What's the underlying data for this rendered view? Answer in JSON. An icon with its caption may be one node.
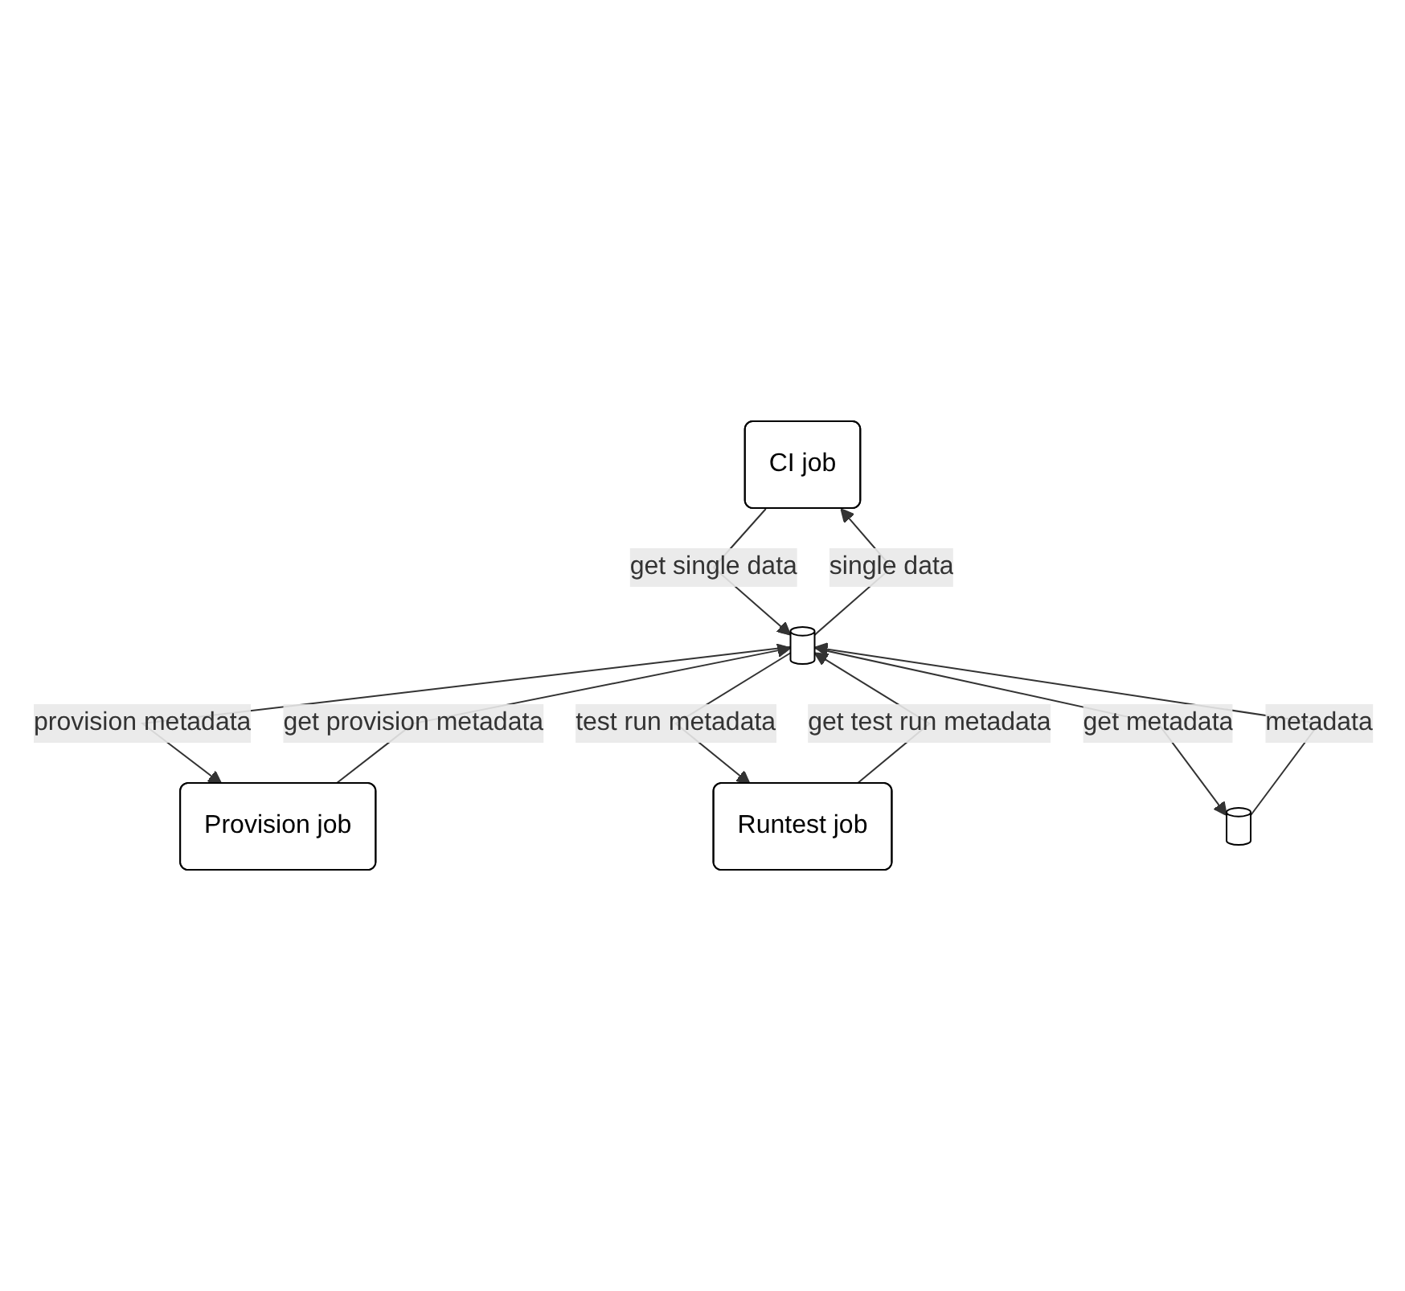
{
  "diagram": {
    "nodes": [
      {
        "text": [
          "CI job"
        ]
      },
      {
        "text": [
          "Provision job"
        ]
      },
      {
        "text": [],
        "shape": "cylinder"
      },
      {
        "text": [
          "Runtest job"
        ]
      },
      {
        "text": [],
        "shape": "cylinder"
      }
    ],
    "edges": [
      {
        "from": 2,
        "to": 0,
        "arrow": "to",
        "label": "single data"
      },
      {
        "from": 0,
        "to": 2,
        "arrow": "to",
        "label": "get single data"
      },
      {
        "from": 2,
        "to": 1,
        "arrow": "to",
        "label": "provision metadata"
      },
      {
        "from": 1,
        "to": 2,
        "arrow": "to",
        "label": "get provision metadata"
      },
      {
        "from": 3,
        "to": 2,
        "arrow": "to",
        "label": "get test run metadata"
      },
      {
        "from": 2,
        "to": 3,
        "arrow": "to",
        "label": "test run metadata"
      },
      {
        "from": 4,
        "to": 2,
        "arrow": "to",
        "label": "metadata"
      },
      {
        "from": 2,
        "to": 4,
        "arrow": "to",
        "label": "get metadata"
      }
    ]
  }
}
